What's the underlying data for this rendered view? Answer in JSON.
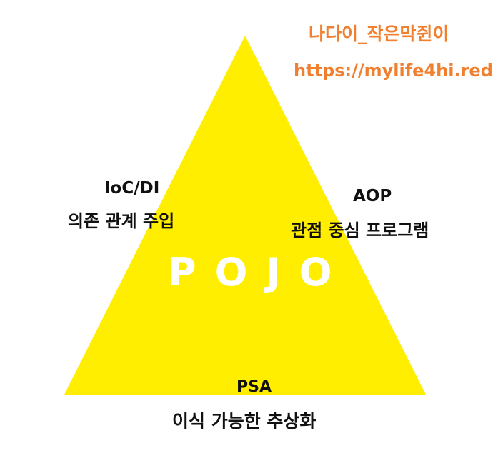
{
  "colors": {
    "triangle": "#ffee00",
    "watermark": "#f08030",
    "text": "#111111",
    "center_text": "#ffffff"
  },
  "watermark": {
    "name": "나다이_작은막쥔이",
    "url": "https://mylife4hi.red"
  },
  "center": {
    "label": "POJO"
  },
  "ioc": {
    "title": "IoC/DI",
    "description": "의존 관계 주입"
  },
  "aop": {
    "title": "AOP",
    "description": "관점 중심 프로그램"
  },
  "psa": {
    "title": "PSA",
    "description": "이식 가능한 추상화"
  }
}
